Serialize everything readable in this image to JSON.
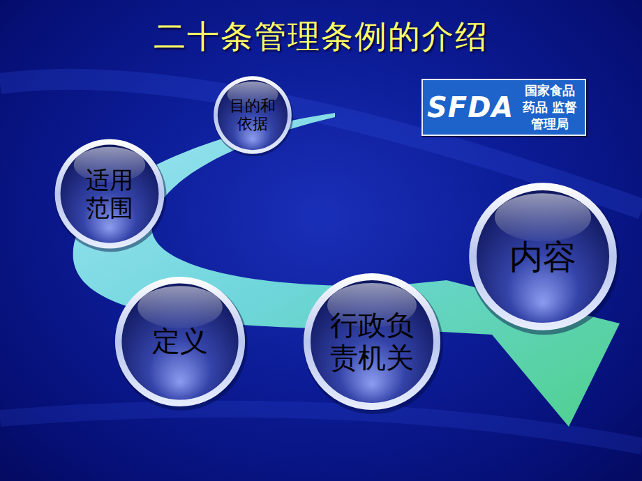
{
  "diagram": {
    "title": "二十条管理条例的介绍",
    "nodes": [
      {
        "text": [
          "目的和 依据"
        ]
      },
      {
        "text": [
          "适用 范围"
        ]
      },
      {
        "text": [
          "定义"
        ]
      },
      {
        "text": [
          "行政负 责机关"
        ]
      },
      {
        "text": [
          "内容"
        ]
      },
      {
        "text": [
          "SFDA",
          "国家食品药品 监督管理局"
        ]
      }
    ]
  }
}
